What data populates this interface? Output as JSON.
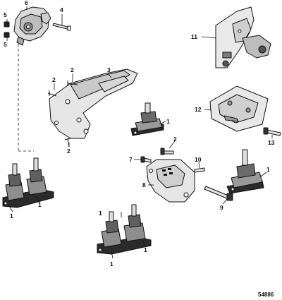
{
  "diagram": {
    "reference_number": "54886",
    "callouts": {
      "c1_a": "1",
      "c1_b": "1",
      "c1_c": "1",
      "c1_d": "1",
      "c1_e": "1",
      "c1_f": "1",
      "c1_g": "1",
      "c2_a": "2",
      "c2_b": "2",
      "c2_c": "2",
      "c2_d": "2",
      "c3": "3",
      "c4": "4",
      "c5_a": "5",
      "c5_b": "5",
      "c6": "6",
      "c7": "7",
      "c8": "8",
      "c9": "9",
      "c10": "10",
      "c11": "11",
      "c12": "12",
      "c13": "13"
    }
  }
}
